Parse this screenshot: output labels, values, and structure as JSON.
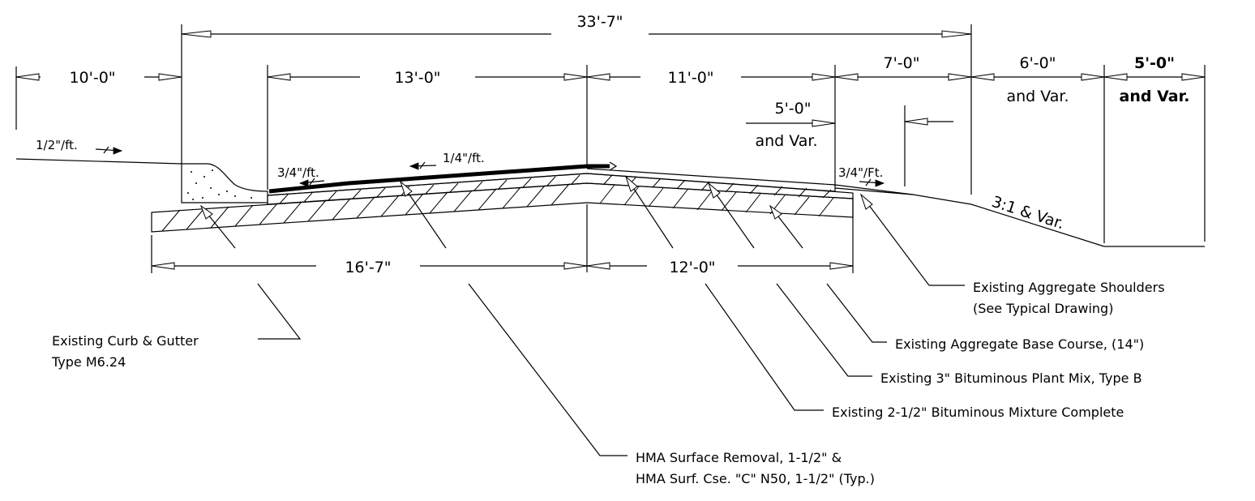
{
  "dimensions": {
    "overall": "33'-7\"",
    "left_walk": "10'-0\"",
    "lane_left": "13'-0\"",
    "lane_right": "11'-0\"",
    "shoulder": "7'-0\"",
    "right_a": "6'-0\"",
    "right_a_sub": "and Var.",
    "right_b": "5'-0\"",
    "right_b_sub": "and Var.",
    "mid": "5'-0\"",
    "mid_sub": "and Var.",
    "base_left": "16'-7\"",
    "base_right": "12'-0\""
  },
  "slopes": {
    "left_walk": "1/2\"/ft.",
    "gutter": "3/4\"/ft.",
    "lane": "1/4\"/ft.",
    "shoulder": "3/4\"/Ft.",
    "embankment": "3:1 & Var."
  },
  "notes": {
    "shoulders_1": "Existing Aggregate Shoulders",
    "shoulders_2": "(See Typical Drawing)",
    "base_course": "Existing Aggregate Base Course, (14\")",
    "plant_mix": "Existing 3\" Bituminous Plant Mix, Type B",
    "mixture": "Existing 2-1/2\" Bituminous Mixture Complete",
    "curb_1": "Existing Curb & Gutter",
    "curb_2": "Type M6.24",
    "hma_1": "HMA Surface Removal, 1-1/2\" &",
    "hma_2": "HMA Surf. Cse. \"C\" N50, 1-1/2\" (Typ.)"
  }
}
